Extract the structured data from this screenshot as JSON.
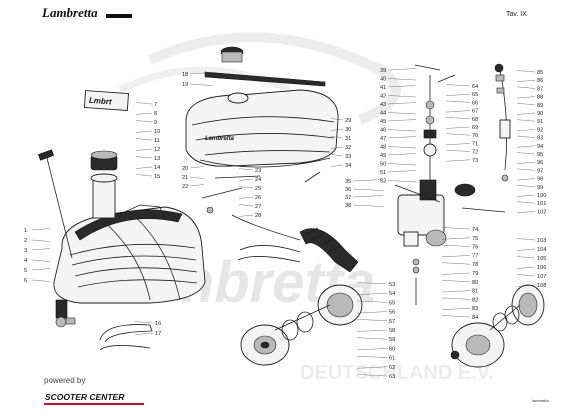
{
  "header": {
    "logo_text": "Lambretta",
    "table_label": "Tav. IX"
  },
  "footer": {
    "powered_by": "powered by",
    "sponsor": "SCOOTER CENTER",
    "brand_small": "lambretta"
  },
  "watermark": {
    "brand": "Lambretta",
    "line": "DEUTSCHLAND E.V."
  },
  "callouts": {
    "left_column": [
      "1",
      "2",
      "3",
      "4",
      "5",
      "6"
    ],
    "tank_left": [
      "7",
      "8",
      "9",
      "10",
      "11",
      "12",
      "13",
      "14",
      "15"
    ],
    "tank_bottom": [
      "16",
      "17"
    ],
    "tank_top": [
      "18",
      "19"
    ],
    "tank_mid": [
      "20",
      "21",
      "22"
    ],
    "tank_side": [
      "23",
      "24",
      "25",
      "26",
      "27",
      "28"
    ],
    "tank_right": [
      "29",
      "30",
      "31",
      "32",
      "33",
      "34"
    ],
    "carb_left": [
      "35",
      "36",
      "37",
      "38"
    ],
    "carb_upper": [
      "39",
      "40",
      "41",
      "42",
      "43",
      "44",
      "45",
      "46",
      "47",
      "48",
      "49",
      "50",
      "51",
      "52"
    ],
    "filter_column": [
      "53",
      "54",
      "55",
      "56",
      "57",
      "58",
      "59",
      "60",
      "61",
      "62",
      "63"
    ],
    "carb_right_upper": [
      "64",
      "65",
      "66",
      "67",
      "68",
      "69",
      "70",
      "71",
      "72",
      "73"
    ],
    "carb_right_lower": [
      "74",
      "75",
      "76",
      "77",
      "78",
      "79",
      "80",
      "81",
      "82",
      "83",
      "84"
    ],
    "far_right_upper": [
      "85",
      "86",
      "87",
      "88",
      "89",
      "90",
      "91",
      "92",
      "93",
      "94",
      "95",
      "96",
      "97",
      "98",
      "99",
      "100",
      "101",
      "102"
    ],
    "far_right_lower": [
      "103",
      "104",
      "105",
      "106",
      "107",
      "108"
    ]
  }
}
